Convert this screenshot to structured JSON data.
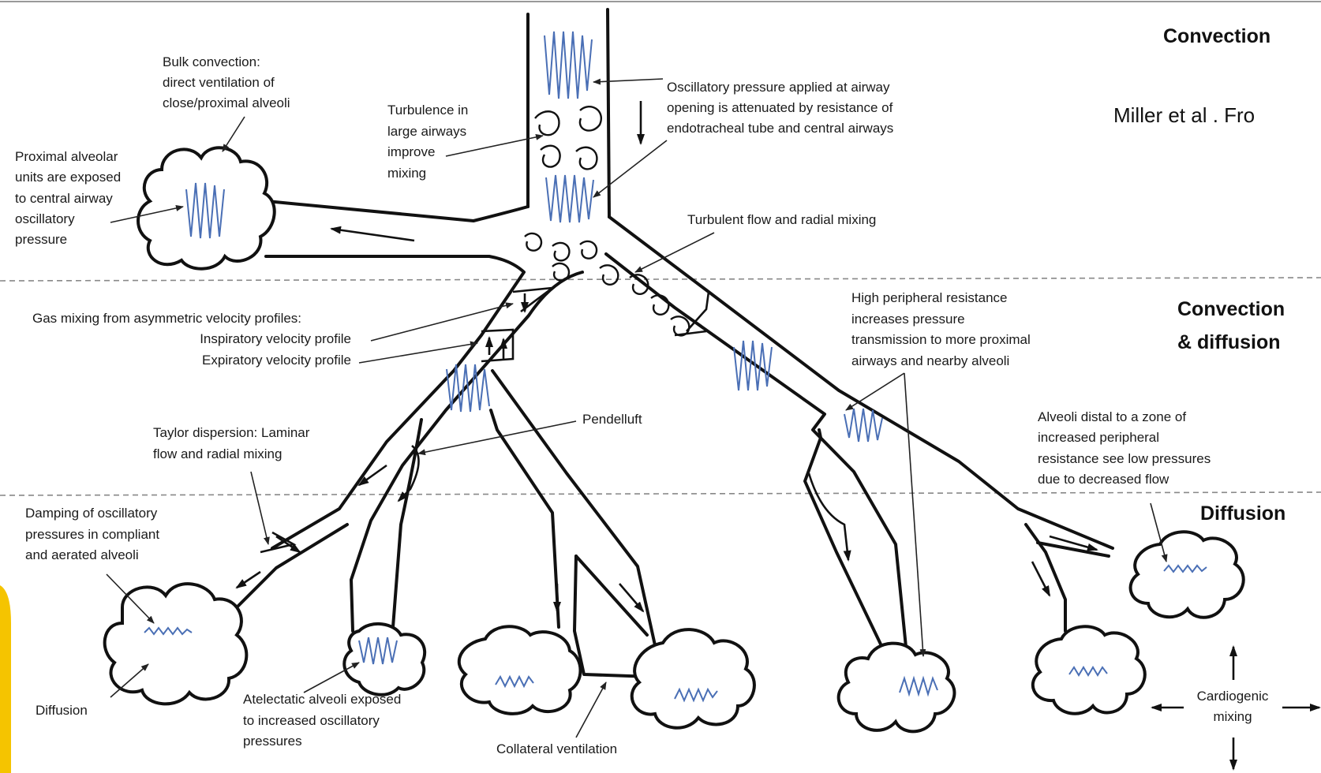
{
  "zones": {
    "top": "Convection",
    "middle_line1": "Convection",
    "middle_line2": "& diffusion",
    "bottom": "Diffusion"
  },
  "citation": "Miller et al . Fro",
  "labels": {
    "bulk_convection": [
      "Bulk convection:",
      "direct ventilation of",
      "close/proximal alveoli"
    ],
    "proximal_units": [
      "Proximal alveolar",
      "units are exposed",
      "to central airway",
      "oscillatory",
      "pressure"
    ],
    "turbulence": [
      "Turbulence in",
      "large airways",
      "improve",
      "mixing"
    ],
    "oscillatory_pressure": [
      "Oscillatory pressure applied at airway",
      "opening is attenuated by resistance of",
      "endotracheal tube and central airways"
    ],
    "turbulent_flow": "Turbulent flow and radial mixing",
    "gas_mixing": "Gas mixing from asymmetric  velocity profiles:",
    "inspiratory": "Inspiratory velocity profile",
    "expiratory": "Expiratory velocity profile",
    "high_peripheral": [
      "High peripheral resistance",
      "increases pressure",
      "transmission to more proximal",
      "airways and nearby alveoli"
    ],
    "pendelluft": "Pendelluft",
    "taylor": [
      "Taylor dispersion: Laminar",
      "flow and radial mixing"
    ],
    "alveoli_distal": [
      "Alveoli distal to a zone of",
      "increased peripheral",
      "resistance see low pressures",
      "due to decreased flow"
    ],
    "damping": [
      "Damping of oscillatory",
      "pressures in compliant",
      "and aerated alveoli"
    ],
    "diffusion": "Diffusion",
    "atelectatic": [
      "Atelectatic alveoli exposed",
      "to increased oscillatory",
      "pressures"
    ],
    "collateral": "Collateral ventilation",
    "cardiogenic": [
      "Cardiogenic",
      "mixing"
    ]
  }
}
